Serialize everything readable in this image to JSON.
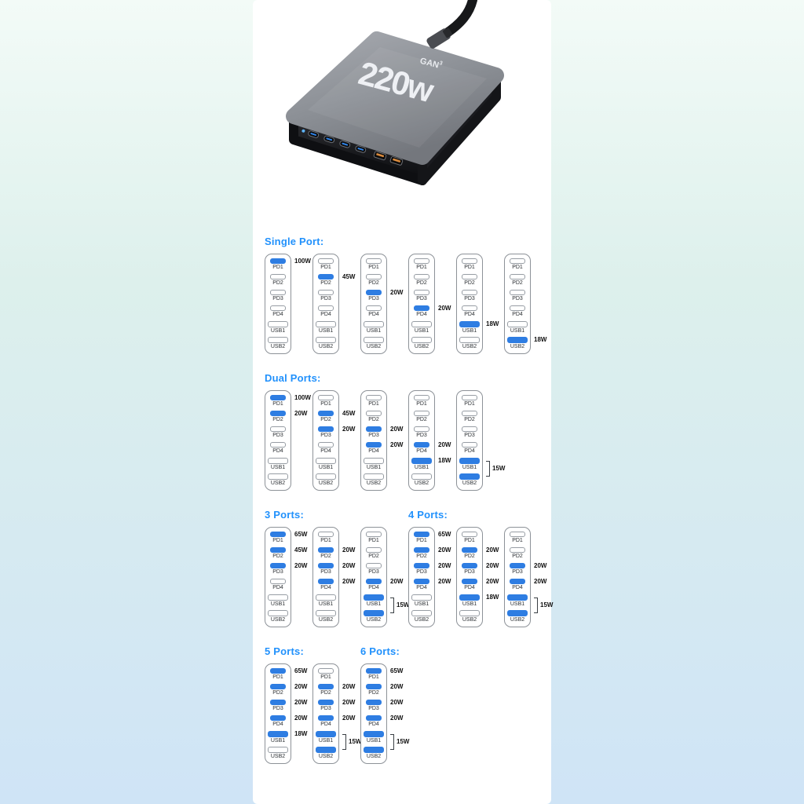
{
  "device": {
    "power": "220w",
    "tech": "GAN",
    "tech_sup": "3"
  },
  "colors": {
    "active_port": "#2e7de2",
    "section_title": "#2191fc",
    "diagram_border": "#8d9298",
    "slot_border": "#979da4"
  },
  "port_labels": [
    "PD1",
    "PD2",
    "PD3",
    "PD4",
    "USB1",
    "USB2"
  ],
  "sections": [
    {
      "id": "single",
      "title": "Single Port:",
      "diagrams": [
        {
          "watts": {
            "PD1": "100W"
          }
        },
        {
          "watts": {
            "PD2": "45W"
          }
        },
        {
          "watts": {
            "PD3": "20W"
          }
        },
        {
          "watts": {
            "PD4": "20W"
          }
        },
        {
          "watts": {
            "USB1": "18W"
          }
        },
        {
          "watts": {
            "USB2": "18W"
          }
        }
      ]
    },
    {
      "id": "dual",
      "title": "Dual Ports:",
      "diagrams": [
        {
          "watts": {
            "PD1": "100W",
            "PD2": "20W"
          }
        },
        {
          "watts": {
            "PD2": "45W",
            "PD3": "20W"
          }
        },
        {
          "watts": {
            "PD3": "20W",
            "PD4": "20W"
          }
        },
        {
          "watts": {
            "PD4": "20W",
            "USB1": "18W"
          }
        },
        {
          "watts": {},
          "usb_shared": "15W"
        }
      ]
    },
    {
      "id": "three",
      "title": "3 Ports:",
      "diagrams": [
        {
          "watts": {
            "PD1": "65W",
            "PD2": "45W",
            "PD3": "20W"
          }
        },
        {
          "watts": {
            "PD2": "20W",
            "PD3": "20W",
            "PD4": "20W"
          }
        },
        {
          "watts": {
            "PD4": "20W"
          },
          "usb_shared": "15W"
        }
      ]
    },
    {
      "id": "four",
      "title": "4 Ports:",
      "diagrams": [
        {
          "watts": {
            "PD1": "65W",
            "PD2": "20W",
            "PD3": "20W",
            "PD4": "20W"
          }
        },
        {
          "watts": {
            "PD2": "20W",
            "PD3": "20W",
            "PD4": "20W",
            "USB1": "18W"
          }
        },
        {
          "watts": {
            "PD3": "20W",
            "PD4": "20W"
          },
          "usb_shared": "15W"
        }
      ]
    },
    {
      "id": "five",
      "title": "5 Ports:",
      "diagrams": [
        {
          "watts": {
            "PD1": "65W",
            "PD2": "20W",
            "PD3": "20W",
            "PD4": "20W",
            "USB1": "18W"
          }
        },
        {
          "watts": {
            "PD2": "20W",
            "PD3": "20W",
            "PD4": "20W"
          },
          "usb_shared": "15W"
        }
      ]
    },
    {
      "id": "six",
      "title": "6 Ports:",
      "diagrams": [
        {
          "watts": {
            "PD1": "65W",
            "PD2": "20W",
            "PD3": "20W",
            "PD4": "20W"
          },
          "usb_shared": "15W"
        }
      ]
    }
  ]
}
